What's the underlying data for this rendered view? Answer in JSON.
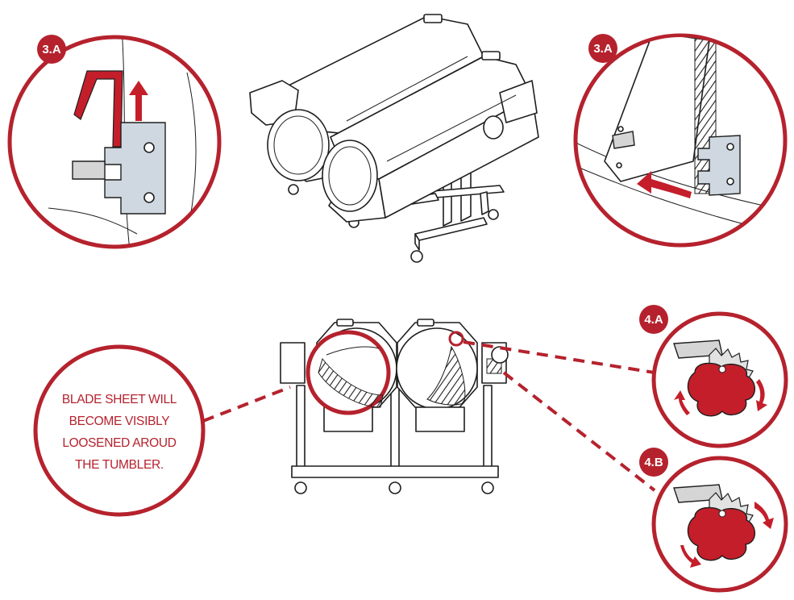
{
  "callouts": {
    "top_left": {
      "badge": "3.A"
    },
    "top_right": {
      "badge": "3.A"
    },
    "knob_a": {
      "badge": "4.A"
    },
    "knob_b": {
      "badge": "4.B"
    }
  },
  "note": {
    "lines": [
      "BLADE SHEET WILL",
      "BECOME VISIBLY",
      "LOOSENED AROUD",
      "THE TUMBLER."
    ]
  },
  "colors": {
    "accent": "#b5222d",
    "knob": "#c41e2a",
    "bracket": "#cfd8e0",
    "line": "#1e1e1e"
  }
}
